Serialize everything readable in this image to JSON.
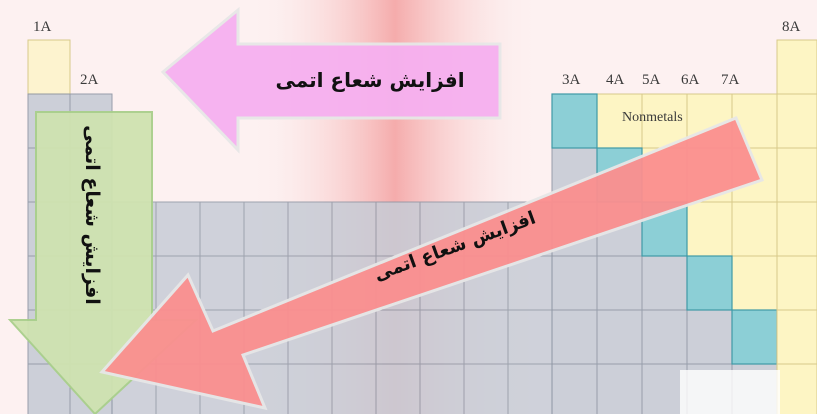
{
  "group_labels": {
    "g1": "1A",
    "g2": "2A",
    "g13": "3A",
    "g14": "4A",
    "g15": "5A",
    "g16": "6A",
    "g17": "7A",
    "g18": "8A"
  },
  "region_label": "Nonmetals",
  "arrows": {
    "left": {
      "label": "افزایش شعاع اتمی",
      "color": "#f6b0f0"
    },
    "down": {
      "label": "افزایش شعاع اتمی",
      "color": "#cfe3b0"
    },
    "diagonal": {
      "label": "افزایش شعاع اتمی",
      "color": "#fb8f8f"
    }
  },
  "colors": {
    "hydrogen": "#fdf3cf",
    "metal": "#c7ccd6",
    "nonmetal": "#8ccfd6",
    "noble_gas": "#fdf5c4",
    "background_red": "#e83a3a"
  }
}
